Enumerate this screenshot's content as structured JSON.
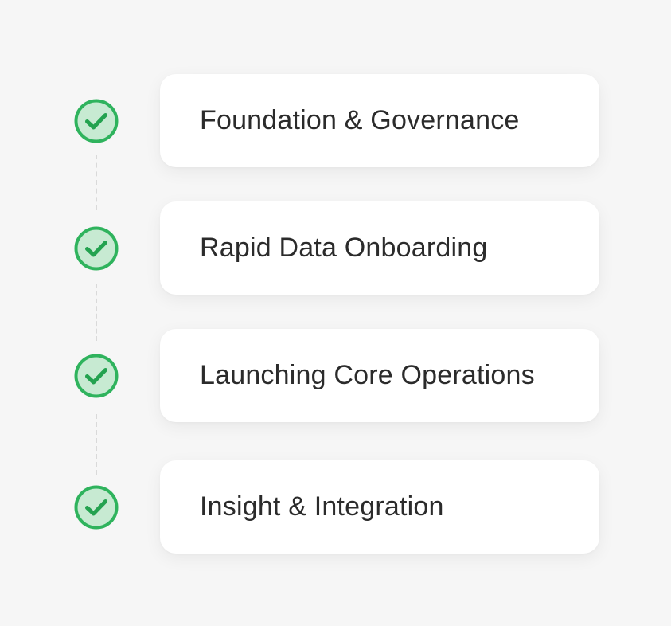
{
  "steps": [
    {
      "label": "Foundation & Governance",
      "status": "complete",
      "icon": "check-circle-icon"
    },
    {
      "label": "Rapid Data Onboarding",
      "status": "complete",
      "icon": "check-circle-icon"
    },
    {
      "label": "Launching Core Operations",
      "status": "complete",
      "icon": "check-circle-icon"
    },
    {
      "label": "Insight & Integration",
      "status": "complete",
      "icon": "check-circle-icon"
    }
  ],
  "colors": {
    "background": "#f6f6f6",
    "card": "#ffffff",
    "text": "#2b2b2b",
    "check_ring": "#2fb35d",
    "check_fill": "#c7ead2",
    "check_mark": "#23a24f",
    "connector": "#d9d9d9"
  }
}
